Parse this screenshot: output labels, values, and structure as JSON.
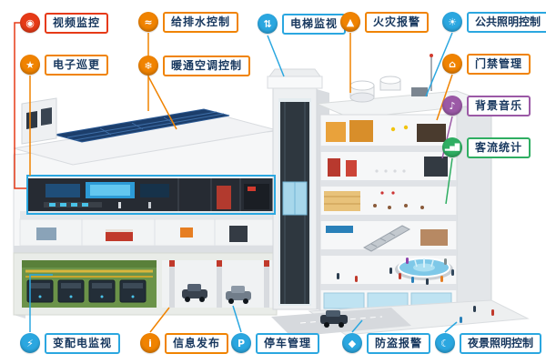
{
  "diagram_subject": "intelligent-building-systems-cutaway",
  "labels": [
    {
      "text": "视频监控",
      "color": "#e63a17",
      "glyph": "◉",
      "system": "video-surveillance"
    },
    {
      "text": "电子巡更",
      "color": "#f08301",
      "glyph": "★",
      "system": "electronic-patrol"
    },
    {
      "text": "给排水控制",
      "color": "#f08301",
      "glyph": "≈",
      "system": "water-supply-drainage-control"
    },
    {
      "text": "暖通空调控制",
      "color": "#f08301",
      "glyph": "❄",
      "system": "hvac-control"
    },
    {
      "text": "电梯监视",
      "color": "#2ba7e0",
      "glyph": "⇅",
      "system": "elevator-monitoring"
    },
    {
      "text": "火灾报警",
      "color": "#f08301",
      "glyph": "▲",
      "system": "fire-alarm"
    },
    {
      "text": "公共照明控制",
      "color": "#2ba7e0",
      "glyph": "☀",
      "system": "public-lighting-control"
    },
    {
      "text": "门禁管理",
      "color": "#f08301",
      "glyph": "⌂",
      "system": "access-control-management"
    },
    {
      "text": "背景音乐",
      "color": "#9b59a6",
      "glyph": "♪",
      "system": "background-music"
    },
    {
      "text": "客流统计",
      "color": "#2fae62",
      "glyph": "▂▅█",
      "system": "passenger-flow-statistics"
    },
    {
      "text": "变配电监视",
      "color": "#2ba7e0",
      "glyph": "⚡",
      "system": "power-distribution-monitoring"
    },
    {
      "text": "信息发布",
      "color": "#f08301",
      "glyph": "i",
      "system": "information-release"
    },
    {
      "text": "停车管理",
      "color": "#2ba7e0",
      "glyph": "P",
      "system": "parking-management"
    },
    {
      "text": "防盗报警",
      "color": "#2ba7e0",
      "glyph": "◆",
      "system": "burglar-alarm"
    },
    {
      "text": "夜景照明控制",
      "color": "#2ba7e0",
      "glyph": "☾",
      "system": "night-lighting-control"
    }
  ]
}
